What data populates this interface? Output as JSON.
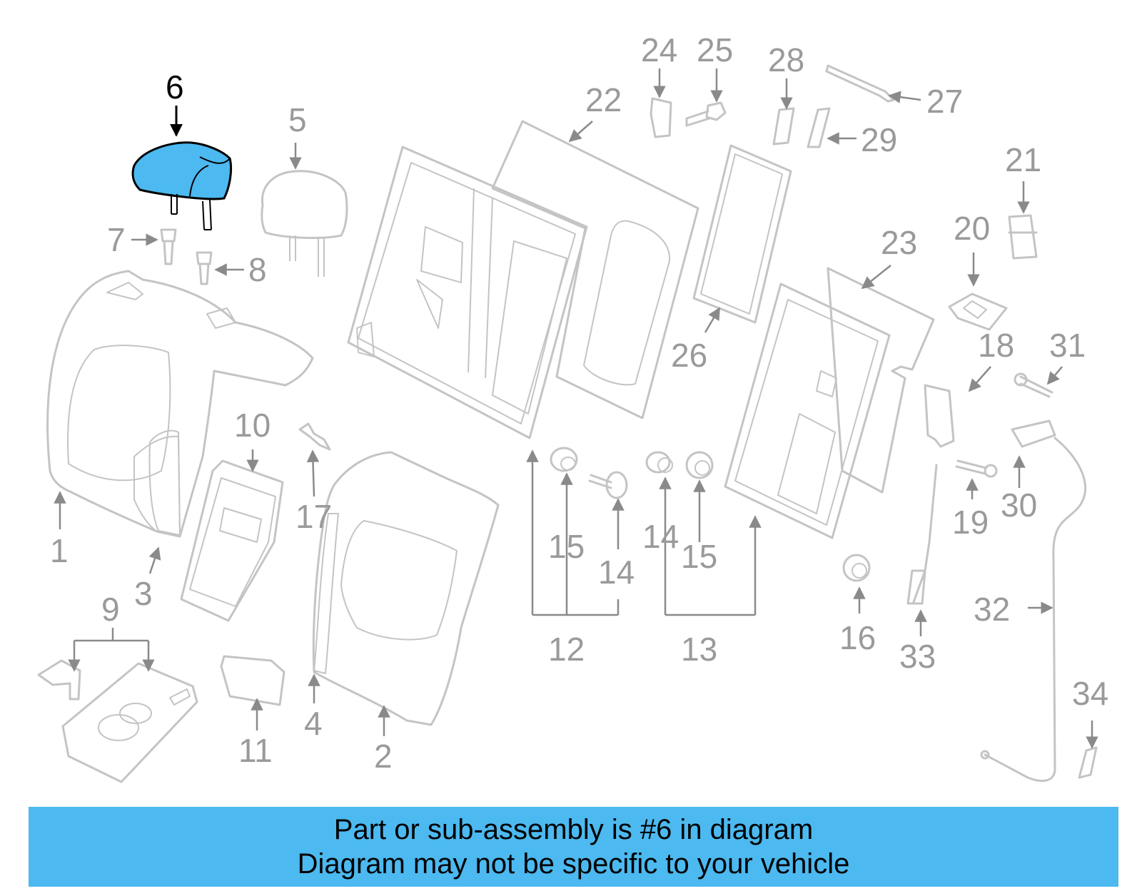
{
  "highlight_color": "#4cb9f0",
  "banner": {
    "line1": "Part or sub-assembly is #6 in diagram",
    "line2": "Diagram may not be specific to your vehicle"
  },
  "callouts": {
    "c1": "1",
    "c2": "2",
    "c3": "3",
    "c4": "4",
    "c5": "5",
    "c6": "6",
    "c7": "7",
    "c8": "8",
    "c9": "9",
    "c10": "10",
    "c11": "11",
    "c12": "12",
    "c13": "13",
    "c14a": "14",
    "c14b": "14",
    "c15a": "15",
    "c15b": "15",
    "c16": "16",
    "c17": "17",
    "c18": "18",
    "c19": "19",
    "c20": "20",
    "c21": "21",
    "c22": "22",
    "c23": "23",
    "c24": "24",
    "c25": "25",
    "c26": "26",
    "c27": "27",
    "c28": "28",
    "c29": "29",
    "c30": "30",
    "c31": "31",
    "c32": "32",
    "c33": "33",
    "c34": "34"
  }
}
